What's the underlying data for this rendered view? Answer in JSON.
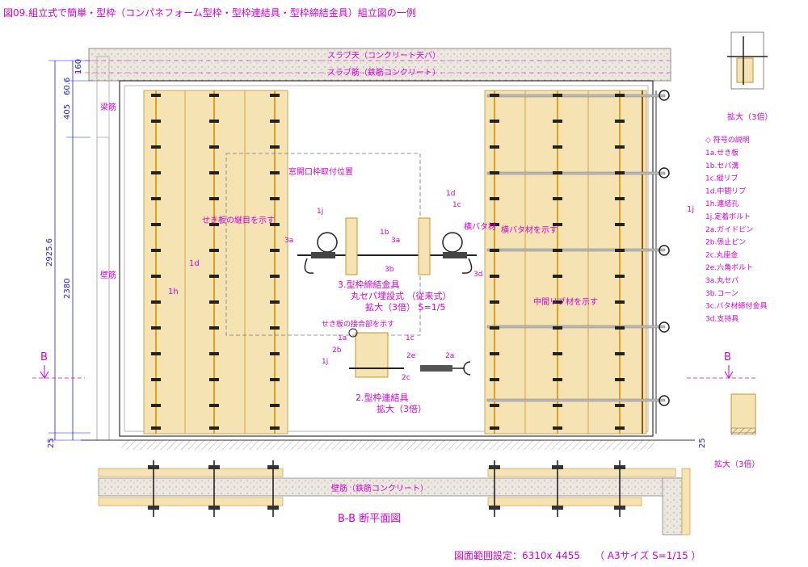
{
  "title": "図09.組立式で簡単・型枠（コンパネフォーム型枠・型枠連結具・型枠締結金具）組立図の一例",
  "labels": {
    "slab_top": "スラブ天（コンクリート天バ）",
    "slab_rebar": "スラブ筋（鉄筋コンクリート）",
    "beam_rebar": "梁筋",
    "wall_rebar": "壁筋",
    "window_opening": "窓開口枠取付位置",
    "panel_joint_line": "せき板の継目を示す",
    "lateral_batten": "横バタ材を示す",
    "middle_rib": "中間リブ材を示す",
    "panel_joint_part": "せき板の接合部を示す",
    "mark_1d": "1d",
    "mark_1h": "1h",
    "mark_1j": "1j",
    "horizontal_batten": "横バタ材",
    "section_b_left": "B",
    "section_b_right": "B",
    "section_wall_rebar": "壁筋（鉄筋コンクリート）",
    "section_title": "B-B 断平面図",
    "range_setting": "図面範囲設定：6310x 4455　　（ A3サイズ S=1/15 ）"
  },
  "detail3": {
    "line1": "3.型枠締結金具",
    "line2": "丸セパ埋設式 （従来式）",
    "line3": "拡大（3倍） S=1/5",
    "tags": [
      "1j",
      "1b",
      "3a",
      "3a",
      "3b",
      "1d",
      "1c",
      "3d"
    ]
  },
  "detail2": {
    "line1": "2.型枠連結具",
    "line2": "拡大（3倍）",
    "tags": [
      "1c",
      "1a",
      "2b",
      "1j",
      "2e",
      "2c",
      "2a"
    ]
  },
  "enlarge_labels": [
    "拡大（3倍）",
    "拡大（3倍）"
  ],
  "legend": {
    "heading": "◇ 符号の説明",
    "items": [
      "1a.せき板",
      "1b.セパ溝",
      "1c.縦リブ",
      "1d.中間リブ",
      "1h.連結孔",
      "1j.定着ボルト",
      "2a.ガイドピン",
      "2b.係止ピン",
      "2c.丸座金",
      "2e.六角ボルト",
      "3a.丸セパ",
      "3b.コーン",
      "3c.バタ材締付金具",
      "3d.支持具"
    ]
  },
  "dimensions": {
    "d160": "160",
    "d606": "60.6",
    "d405": "405",
    "d29256": "2925.6",
    "d2380": "2380",
    "d25_left": "25",
    "d25_right": "25"
  },
  "colors": {
    "annotation": "#d400d4",
    "dimension": "#1a1aff",
    "panel_fill": "#f6e3b4",
    "rib": "#e0a020",
    "concrete": "#d8d4cc",
    "hardware": "#202020",
    "hatch": "#555555"
  }
}
